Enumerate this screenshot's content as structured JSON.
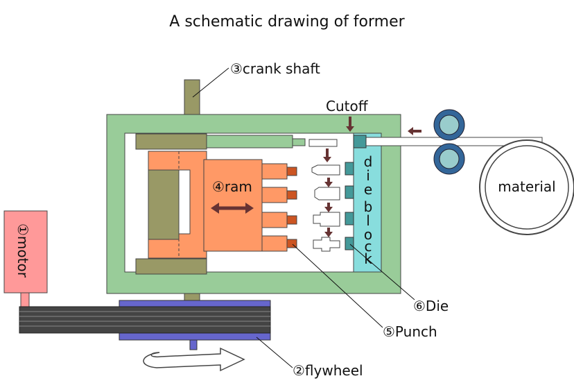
{
  "title": "A schematic drawing of former",
  "labels": {
    "crank_shaft": "③crank shaft",
    "cutoff": "Cutoff",
    "ram": "④ram",
    "motor": "①motor",
    "material": "material",
    "die": "⑥Die",
    "punch": "⑤Punch",
    "flywheel": "②flywheel",
    "die_block": "die block"
  },
  "colors": {
    "frame": "#99cc99",
    "ram": "#ff9966",
    "punch_holder": "#ee7744",
    "punch_tip": "#cc5522",
    "olive": "#999966",
    "die_block": "#88dddd",
    "die": "#449999",
    "motor": "#ff9999",
    "flywheel_plate": "#6666cc",
    "belt": "#444444",
    "roller": "#336699",
    "roller_inner": "#99cccc",
    "arrow": "#663333"
  }
}
